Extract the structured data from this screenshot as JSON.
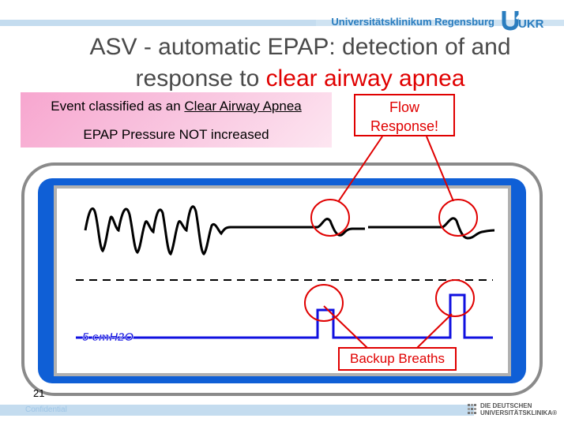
{
  "header": {
    "university": "Universitätsklinikum Regensburg",
    "logo_text": "UKR"
  },
  "slide": {
    "title_main": "ASV - automatic EPAP: detection of and",
    "title_line2_prefix": "response to ",
    "title_highlight": "clear airway apnea",
    "event_line1_prefix": "Event classified as an ",
    "event_line1_underlined": "Clear Airway Apnea",
    "event_line2": "EPAP Pressure NOT increased",
    "flow_label_line1": "Flow",
    "flow_label_line2": "Response!",
    "backup_label": "Backup Breaths",
    "pressure_label": "5 cmH2O",
    "page_number": "21",
    "footer_text": "Confidential"
  },
  "footer": {
    "badge_line1": "DIE DEUTSCHEN",
    "badge_line2": "UNIVERSITÄTSKLINIKA®"
  },
  "colors": {
    "accent_blue": "#2a7dbf",
    "highlight_red": "#e00000",
    "panel_blue": "#0f5fd6",
    "trace_blue": "#1010e0"
  }
}
